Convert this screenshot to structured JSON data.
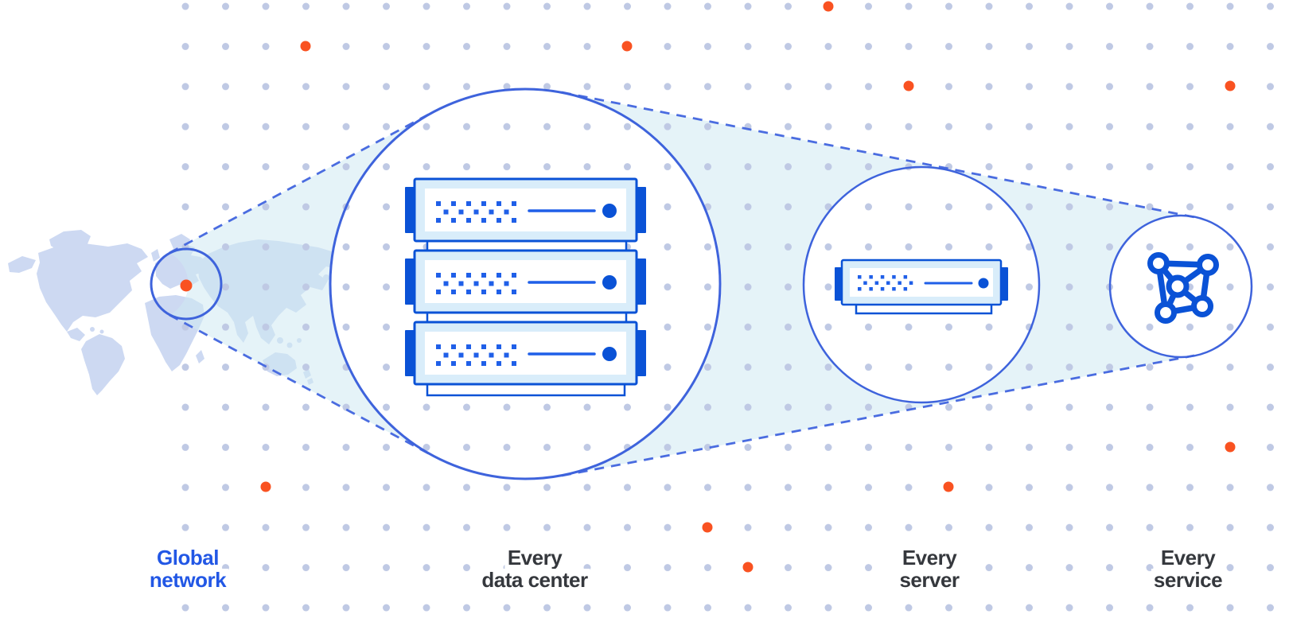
{
  "figure": {
    "title": "Network zoom diagram: global network to data center to server to service",
    "stages": [
      {
        "id": "global-network",
        "caption_line1": "Global",
        "caption_line2": "network",
        "icon": "world-map-marker",
        "highlighted": true
      },
      {
        "id": "every-data-center",
        "caption_line1": "Every",
        "caption_line2": "data center",
        "icon": "server-stack",
        "highlighted": false
      },
      {
        "id": "every-server",
        "caption_line1": "Every",
        "caption_line2": "server",
        "icon": "server-unit",
        "highlighted": false
      },
      {
        "id": "every-service",
        "caption_line1": "Every",
        "caption_line2": "service",
        "icon": "network-graph",
        "highlighted": false
      }
    ]
  },
  "colors": {
    "background": "#ffffff",
    "grid_dot": "#bfc9e4",
    "accent_orange": "#f95221",
    "line_blue": "#3e63dc",
    "dash_blue": "#4a6ce0",
    "server_blue": "#0a52d6",
    "server_square_blue": "#1f5fe8",
    "server_fill_light": "#d9edfa",
    "cone_fill": "#cfe9f2",
    "map_fill": "#cdd9f2",
    "caption_dark": "#35383d",
    "caption_blue": "#2257e5"
  }
}
